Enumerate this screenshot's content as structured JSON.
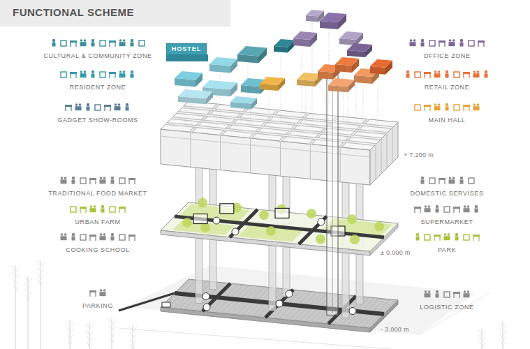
{
  "diagram": {
    "title": "FUNCTIONAL SCHEME",
    "nodes": [
      {
        "text": [
          "HOSTEL"
        ]
      }
    ],
    "labels": [
      "CULTURAL & COMMUNITY ZONE",
      "RESIDENT ZONE",
      "GADGET SHOW-ROOMS",
      "OFFICE ZONE",
      "RETAIL ZONE",
      "MAIN HALL",
      "+ 7.200 m",
      "TRADITIONAL FOOD MARKET",
      "DOMESTIC SERVISES",
      "URBAN FARM",
      "SUPERMARKET",
      "COOKING SCHOOL",
      "PARK",
      "± 0.000 m",
      "PARKING",
      "LOGISTIC ZONE",
      "- 3.000 m"
    ]
  }
}
